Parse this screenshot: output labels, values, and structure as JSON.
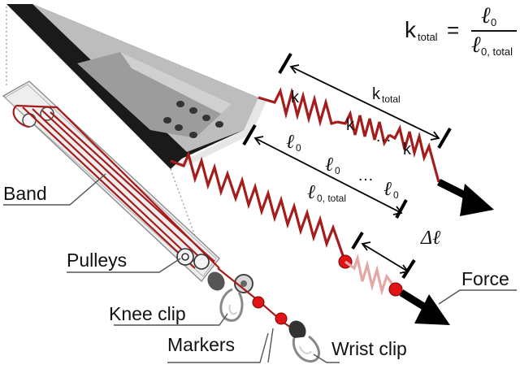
{
  "formula": {
    "lhs_base": "k",
    "lhs_sub": "total",
    "equals": "=",
    "numerator_base": "ℓ",
    "numerator_sub": "0",
    "denominator_base": "ℓ",
    "denominator_sub": "0, total"
  },
  "spring_labels": {
    "k": "k",
    "ellipsis": "…",
    "l": "ℓ",
    "sub_zero": "0",
    "k_total_base": "k",
    "k_total_sub": "total",
    "l0_total_sub": "0, total",
    "delta_l": "Δℓ"
  },
  "parts": {
    "band": "Band",
    "pulleys": "Pulleys",
    "knee_clip": "Knee clip",
    "markers": "Markers",
    "wrist_clip": "Wrist clip",
    "force": "Force"
  },
  "colors": {
    "band": "#a51c1c",
    "marker": "#e01414",
    "stretched_band": "#e5a6a6",
    "device_dark": "#1a1a1a",
    "device_face": "#bcbcbc",
    "device_light": "#e8e8e8"
  }
}
